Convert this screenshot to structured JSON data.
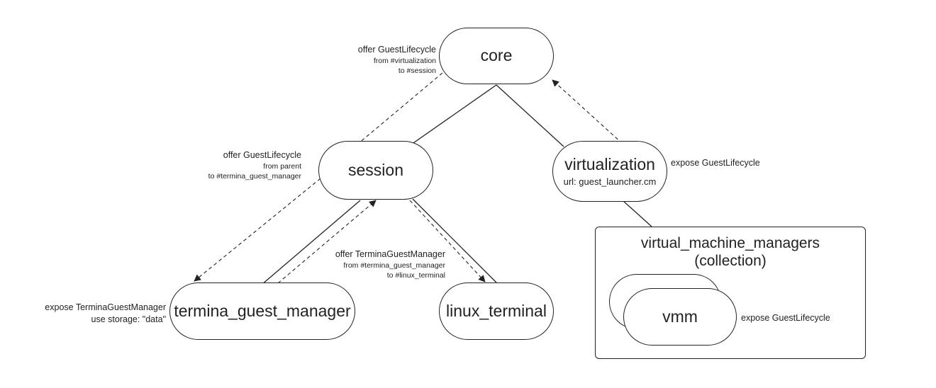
{
  "nodes": {
    "core": {
      "label": "core"
    },
    "session": {
      "label": "session"
    },
    "virtualization": {
      "label": "virtualization",
      "sub": "url: guest_launcher.cm"
    },
    "termina": {
      "label": "termina_guest_manager"
    },
    "linux_terminal": {
      "label": "linux_terminal"
    },
    "vmm": {
      "label": "vmm"
    }
  },
  "collection": {
    "title_line1": "virtual_machine_managers",
    "title_line2": "(collection)"
  },
  "annotations": {
    "offer_core": {
      "line1": "offer GuestLifecycle",
      "line2": "from #virtualization",
      "line3": "to #session"
    },
    "offer_session": {
      "line1": "offer GuestLifecycle",
      "line2": "from parent",
      "line3": "to #termina_guest_manager"
    },
    "offer_termina": {
      "line1": "offer TerminaGuestManager",
      "line2": "from #termina_guest_manager",
      "line3": "to #linux_terminal"
    },
    "expose_virt": {
      "line1": "expose GuestLifecycle"
    },
    "expose_termina": {
      "line1": "expose TerminaGuestManager",
      "line2": "use storage: \"data\""
    },
    "expose_vmm": {
      "line1": "expose GuestLifecycle"
    }
  }
}
